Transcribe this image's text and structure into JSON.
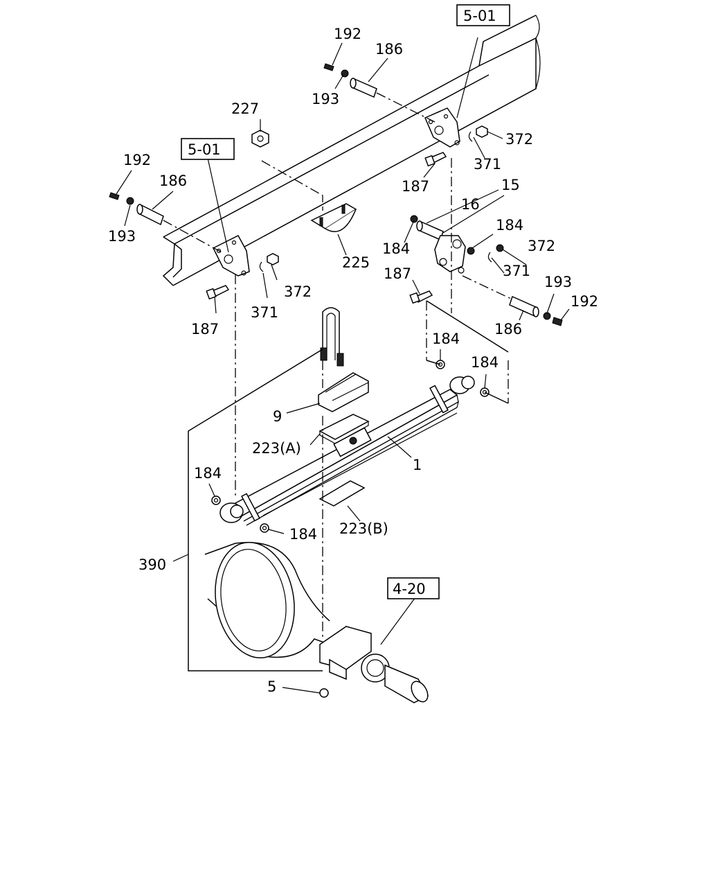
{
  "references": {
    "ref_top": "5-01",
    "ref_left": "5-01",
    "ref_axle": "4-20"
  },
  "labels": {
    "p192_top": "192",
    "p186_top": "186",
    "p193_top": "193",
    "p227": "227",
    "p372_top": "372",
    "p371_top": "371",
    "p187_top": "187",
    "p15": "15",
    "p16": "16",
    "p184_shackle_right": "184",
    "p184_shackle_left": "184",
    "p372_shackle": "372",
    "p371_shackle": "371",
    "p187_shackle": "187",
    "p193_right": "193",
    "p192_right": "192",
    "p186_right": "186",
    "p192_left": "192",
    "p186_left": "186",
    "p193_left": "193",
    "p225": "225",
    "p372_left": "372",
    "p371_left": "371",
    "p187_left": "187",
    "p184_spring_eye_a": "184",
    "p184_spring_eye_b": "184",
    "p9": "9",
    "p223a": "223(A)",
    "p1": "1",
    "p184_front_eye_a": "184",
    "p184_front_eye_b": "184",
    "p223b": "223(B)",
    "p390": "390",
    "p5": "5"
  }
}
